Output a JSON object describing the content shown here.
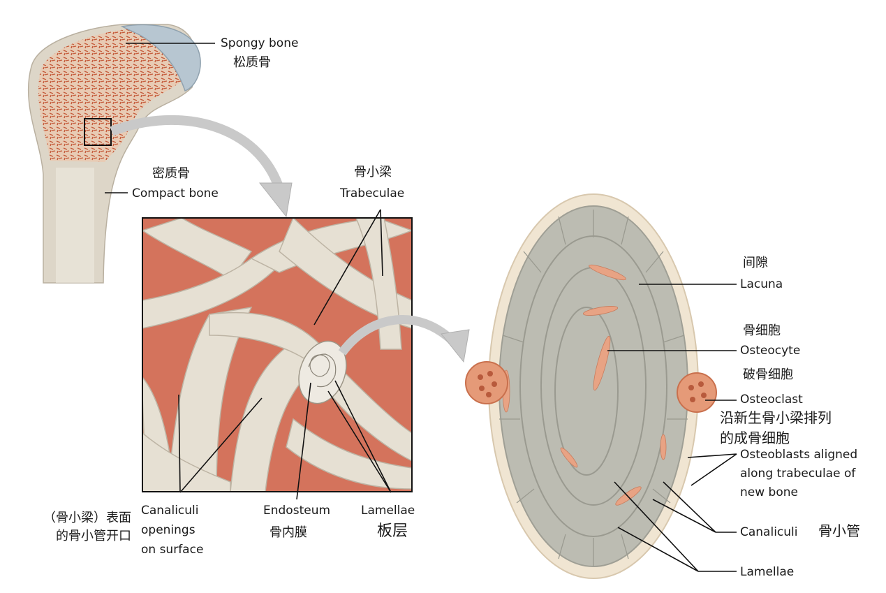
{
  "labels": {
    "spongy_en": "Spongy bone",
    "spongy_zh": "松质骨",
    "compact_zh": "密质骨",
    "compact_en": "Compact bone",
    "trabeculae_zh": "骨小梁",
    "trabeculae_en": "Trabeculae",
    "surface_zh_1": "（骨小梁）表面",
    "surface_zh_2": "的骨小管开口",
    "canaliculi_open_1": "Canaliculi",
    "canaliculi_open_2": "openings",
    "canaliculi_open_3": "on surface",
    "endosteum_en": "Endosteum",
    "endosteum_zh": "骨内膜",
    "lamellae_en": "Lamellae",
    "lamellae_zh": "板层",
    "lacuna_zh": "间隙",
    "lacuna_en": "Lacuna",
    "osteocyte_zh": "骨细胞",
    "osteocyte_en": "Osteocyte",
    "osteoclast_zh": "破骨细胞",
    "osteoclast_en": "Osteoclast",
    "osteoblast_zh_1": "沿新生骨小梁排列",
    "osteoblast_zh_2": "的成骨细胞",
    "osteoblast_en_1": "Osteoblasts aligned",
    "osteoblast_en_2": "along trabeculae of",
    "osteoblast_en_3": "new bone",
    "canaliculi_en": "Canaliculi",
    "canaliculi_zh": "骨小管",
    "lamellae2_en": "Lamellae"
  },
  "colors": {
    "bone": "#e6e0d3",
    "bone_edge": "#b9b0a0",
    "marrow": "#d4735c",
    "cartilage": "#b7c6d1",
    "lamella_gray": "#bcbcb2",
    "osteoblast": "#f2e7d6",
    "osteoclast": "#e59a78"
  }
}
